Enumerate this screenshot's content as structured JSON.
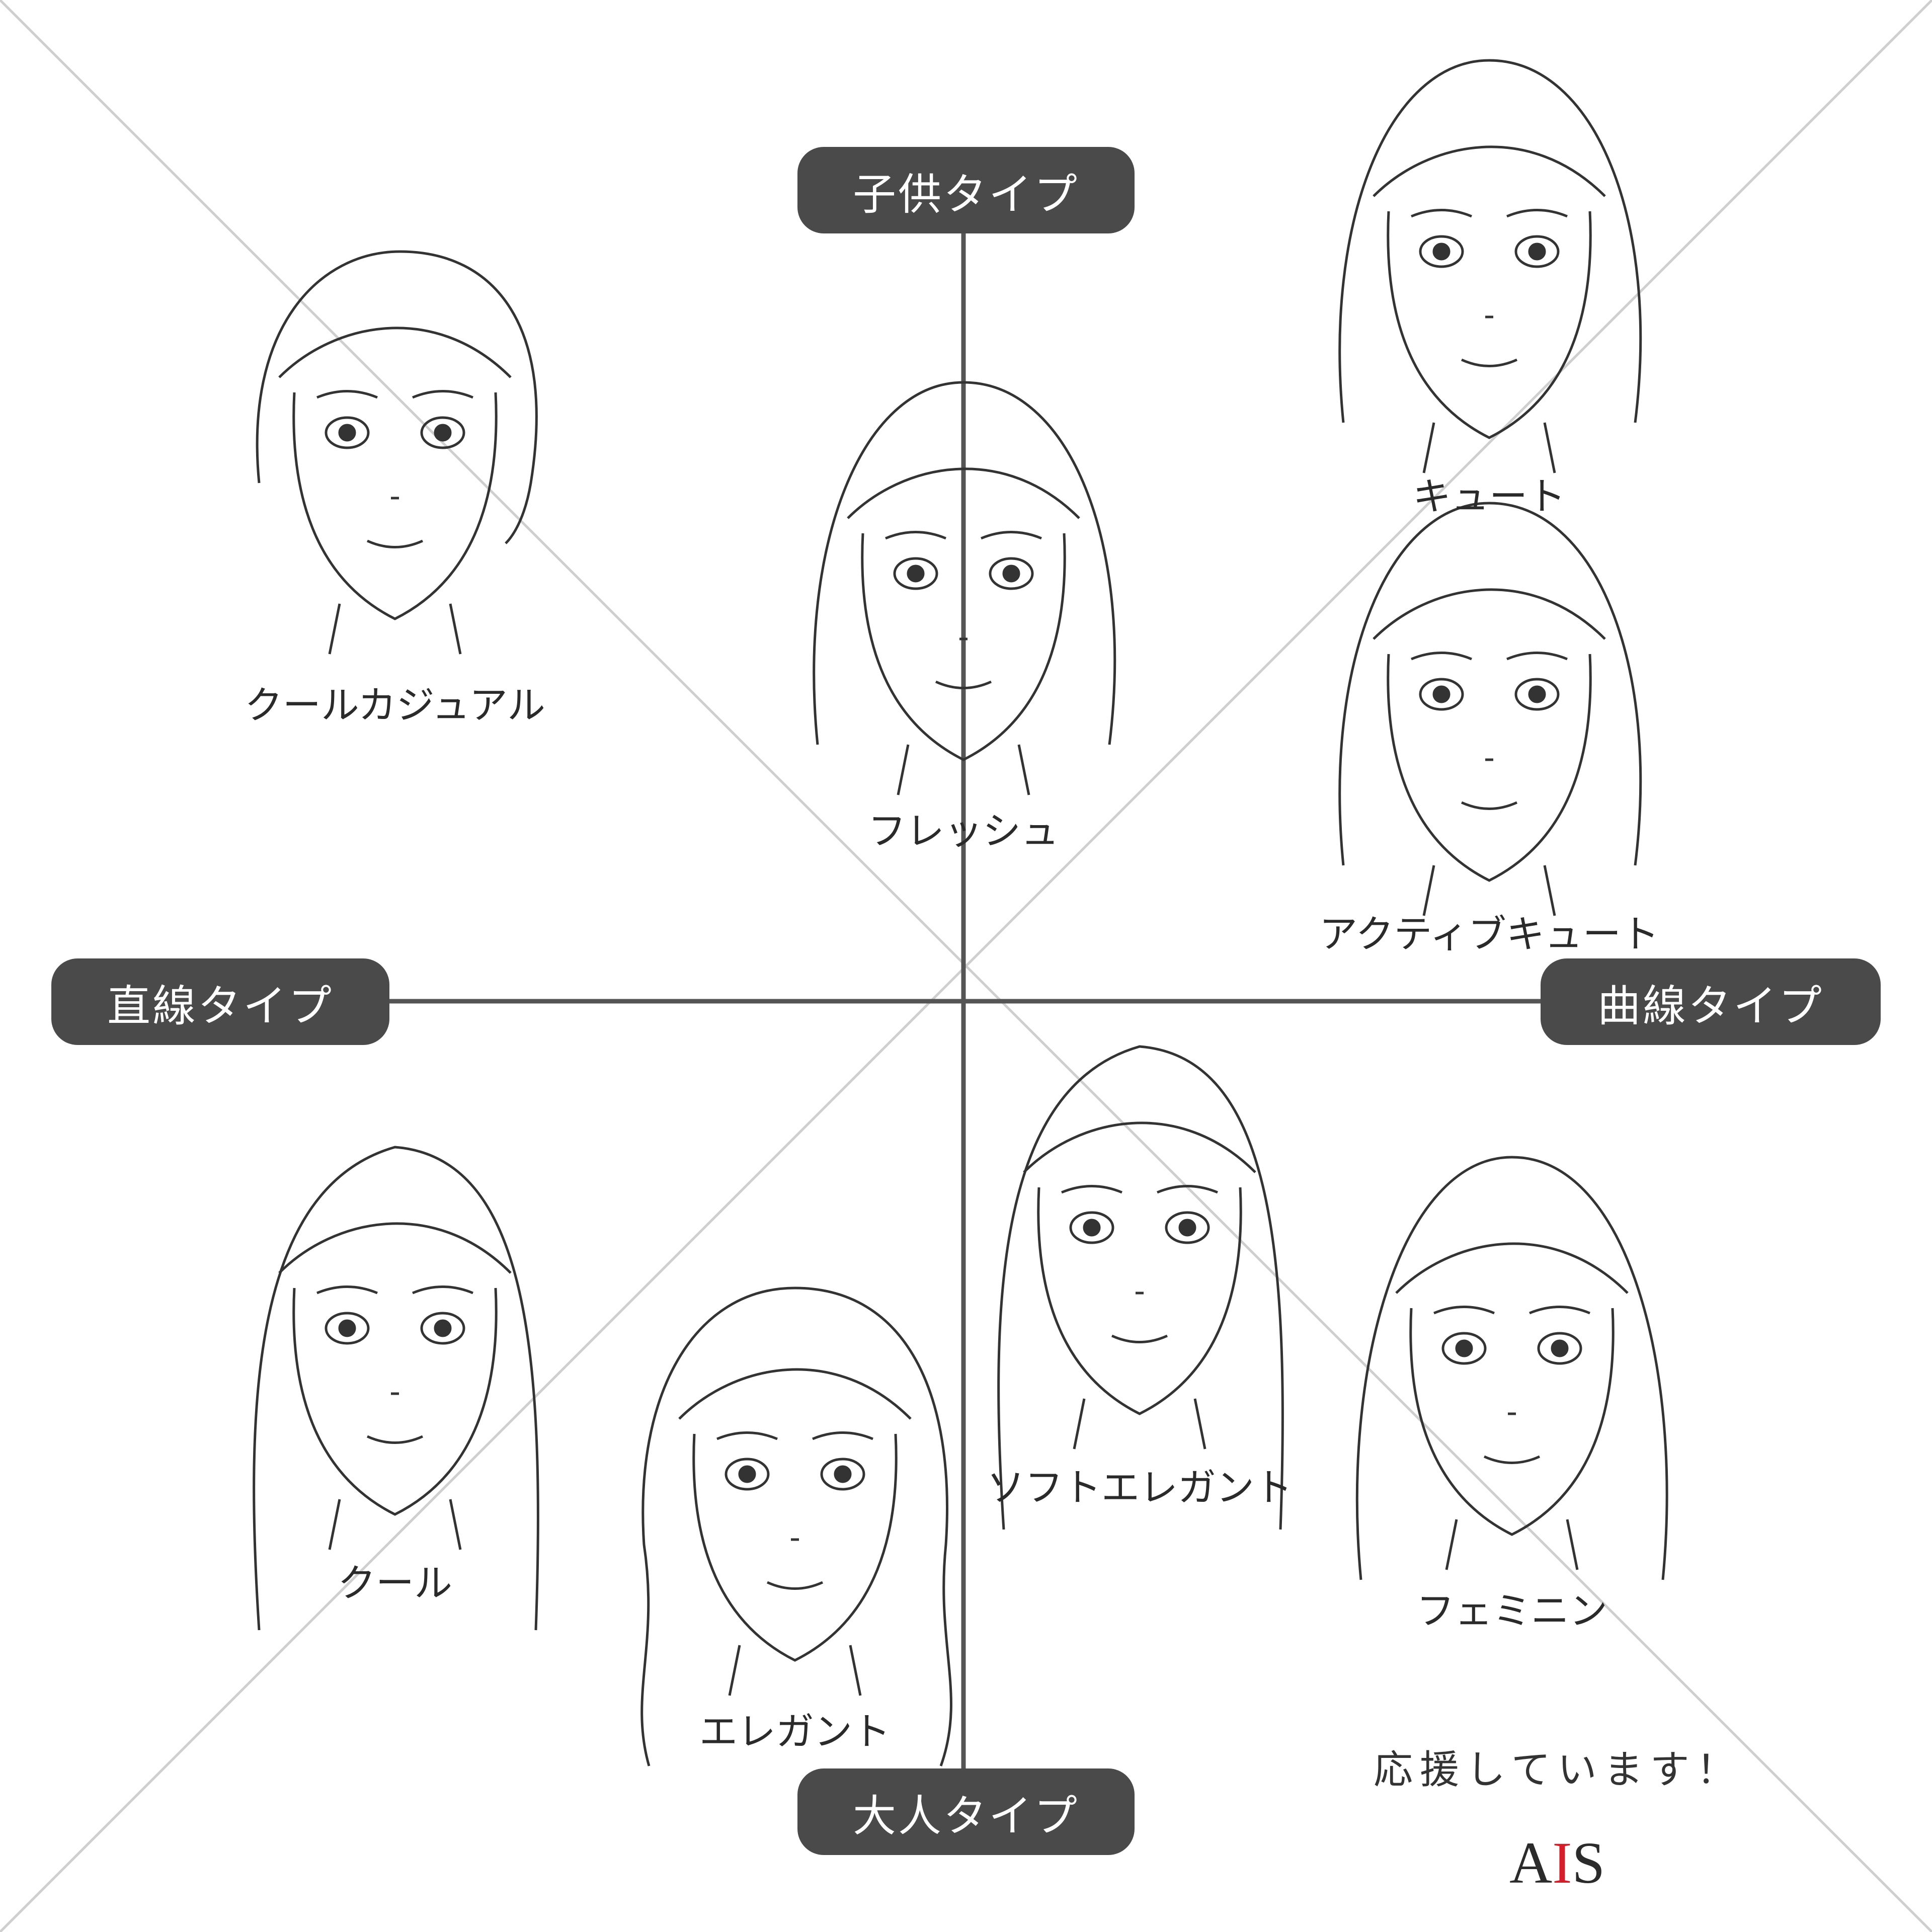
{
  "axes": {
    "top": "子供タイプ",
    "bottom": "大人タイプ",
    "left": "直線タイプ",
    "right": "曲線タイプ"
  },
  "faces": [
    {
      "id": "cool-casual",
      "label": "クールカジュアル",
      "hair": "short"
    },
    {
      "id": "fresh",
      "label": "フレッシュ",
      "hair": "bob"
    },
    {
      "id": "cute",
      "label": "キュート",
      "hair": "bob-bangs"
    },
    {
      "id": "active-cute",
      "label": "アクティブキュート",
      "hair": "short-bob"
    },
    {
      "id": "cool",
      "label": "クール",
      "hair": "long-straight"
    },
    {
      "id": "elegant",
      "label": "エレガント",
      "hair": "long-wavy"
    },
    {
      "id": "soft-elegant",
      "label": "ソフトエレガント",
      "hair": "long-straight"
    },
    {
      "id": "feminine",
      "label": "フェミニン",
      "hair": "medium"
    }
  ],
  "footer": {
    "message": "応援しています！",
    "brand_main": "A",
    "brand_accent": "I",
    "brand_end": "S",
    "brand_color": "#d21f2b"
  },
  "colors": {
    "axis_bg": "#4a4a4a",
    "axis_text": "#ffffff",
    "line": "#555555",
    "diagonal": "#c8c8c8"
  }
}
